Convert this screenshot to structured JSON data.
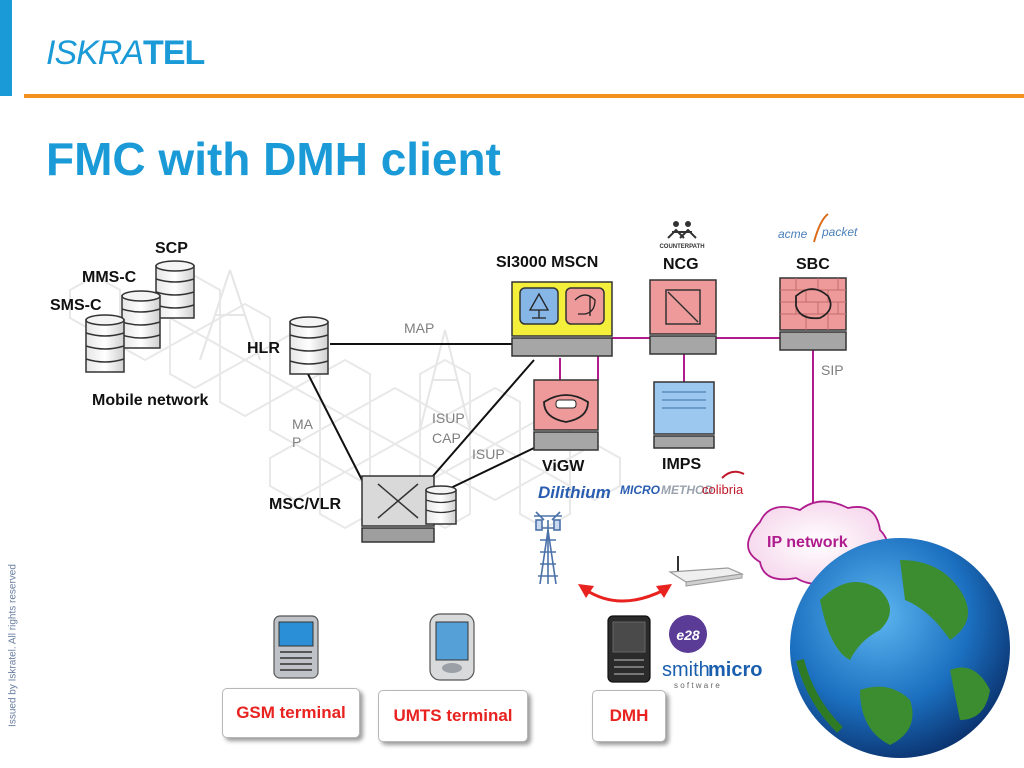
{
  "header": {
    "logo_text_1": "ISKRA",
    "logo_text_2": "TEL",
    "title": "FMC with DMH client",
    "side_note": "Issued by Iskratel. All rights reserved"
  },
  "nodes": {
    "scp": "SCP",
    "mms_c": "MMS-C",
    "sms_c": "SMS-C",
    "mobile_network": "Mobile network",
    "hlr": "HLR",
    "msc_vlr": "MSC/VLR",
    "si3000": "SI3000 MSCN",
    "ncg": "NCG",
    "sbc": "SBC",
    "vigw": "ViGW",
    "imps": "IMPS",
    "ip_network": "IP network"
  },
  "links": {
    "map_top": "MAP",
    "map_vertical_1": "MA",
    "map_vertical_2": "P",
    "isup_cap_1": "ISUP",
    "isup_cap_2": "CAP",
    "isup": "ISUP",
    "sip": "SIP"
  },
  "vendors": {
    "counterpath": "COUNTERPATH",
    "acme_1": "acme",
    "acme_2": "packet",
    "dilithium": "Dilithium",
    "micromethod_1": "MICRO",
    "micromethod_2": "METHOD",
    "colibria": "colibria",
    "e28": "e28",
    "smithmicro_1": "smith",
    "smithmicro_2": "micro",
    "smithmicro_3": "s o f t w a r e"
  },
  "terminals": {
    "gsm": "GSM terminal",
    "umts": "UMTS terminal",
    "dmh": "DMH"
  },
  "colors": {
    "brand_blue": "#1a9ad6",
    "orange_rule": "#f39021",
    "link_magenta": "#b01c8e",
    "arrow_red": "#e8221e"
  }
}
